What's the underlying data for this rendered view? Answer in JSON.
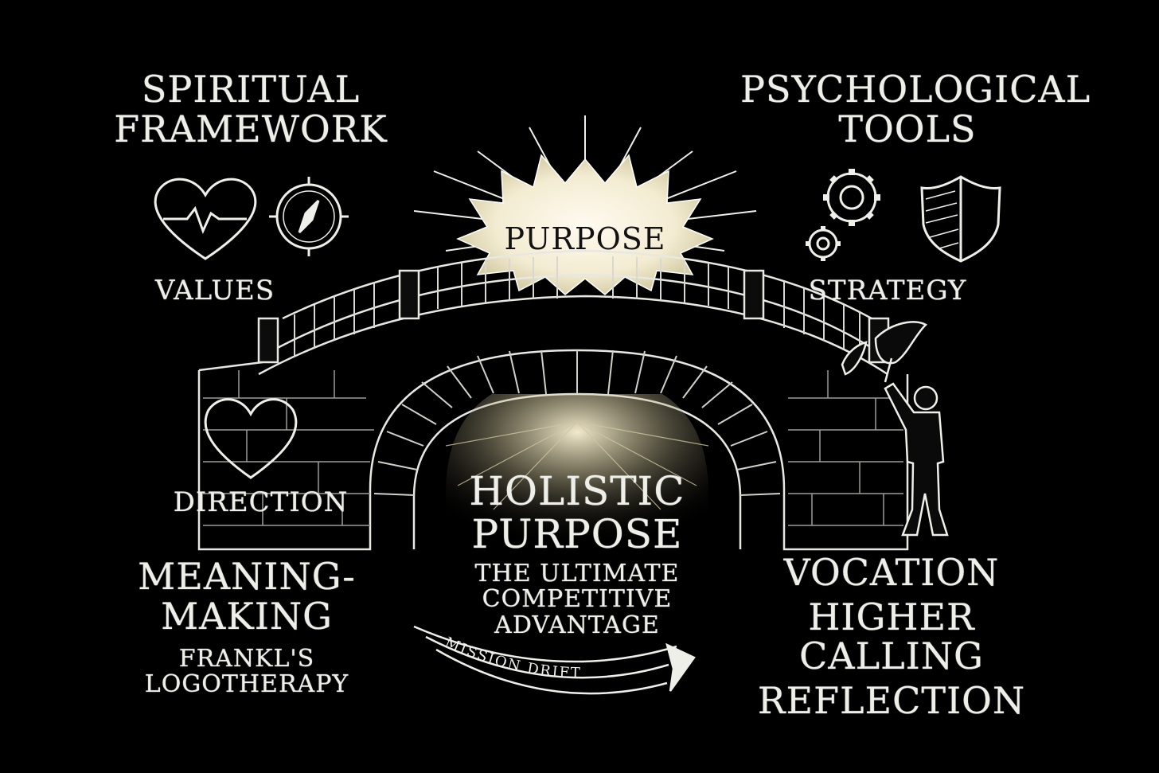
{
  "center": {
    "title": "PURPOSE",
    "heading_line1": "HOLISTIC",
    "heading_line2": "PURPOSE",
    "subtitle_line1": "THE ULTIMATE",
    "subtitle_line2": "COMPETITIVE",
    "subtitle_line3": "ADVANTAGE",
    "arrow_label": "MISSION DRIFT"
  },
  "left": {
    "heading_line1": "SPIRITUAL",
    "heading_line2": "FRAMEWORK",
    "icon_label_1": "VALUES",
    "icon_label_2": "DIRECTION",
    "bottom_line1": "MEANING-",
    "bottom_line2": "MAKING",
    "bottom_line3": "FRANKL'S",
    "bottom_line4": "LOGOTHERAPY",
    "icons": [
      "heartbeat-heart-icon",
      "compass-icon",
      "heart-icon"
    ]
  },
  "right": {
    "heading_line1": "PSYCHOLOGICAL",
    "heading_line2": "TOOLS",
    "icon_label_1": "STRATEGY",
    "bottom_line1": "VOCATION",
    "bottom_line2": "HIGHER CALLING",
    "bottom_line3": "REFLECTION",
    "icons": [
      "gears-icon",
      "shield-icon",
      "person-with-leaf-icon"
    ]
  },
  "colors": {
    "background": "#000000",
    "chalk": "#efefe9",
    "glow": "#f3ecd2"
  }
}
